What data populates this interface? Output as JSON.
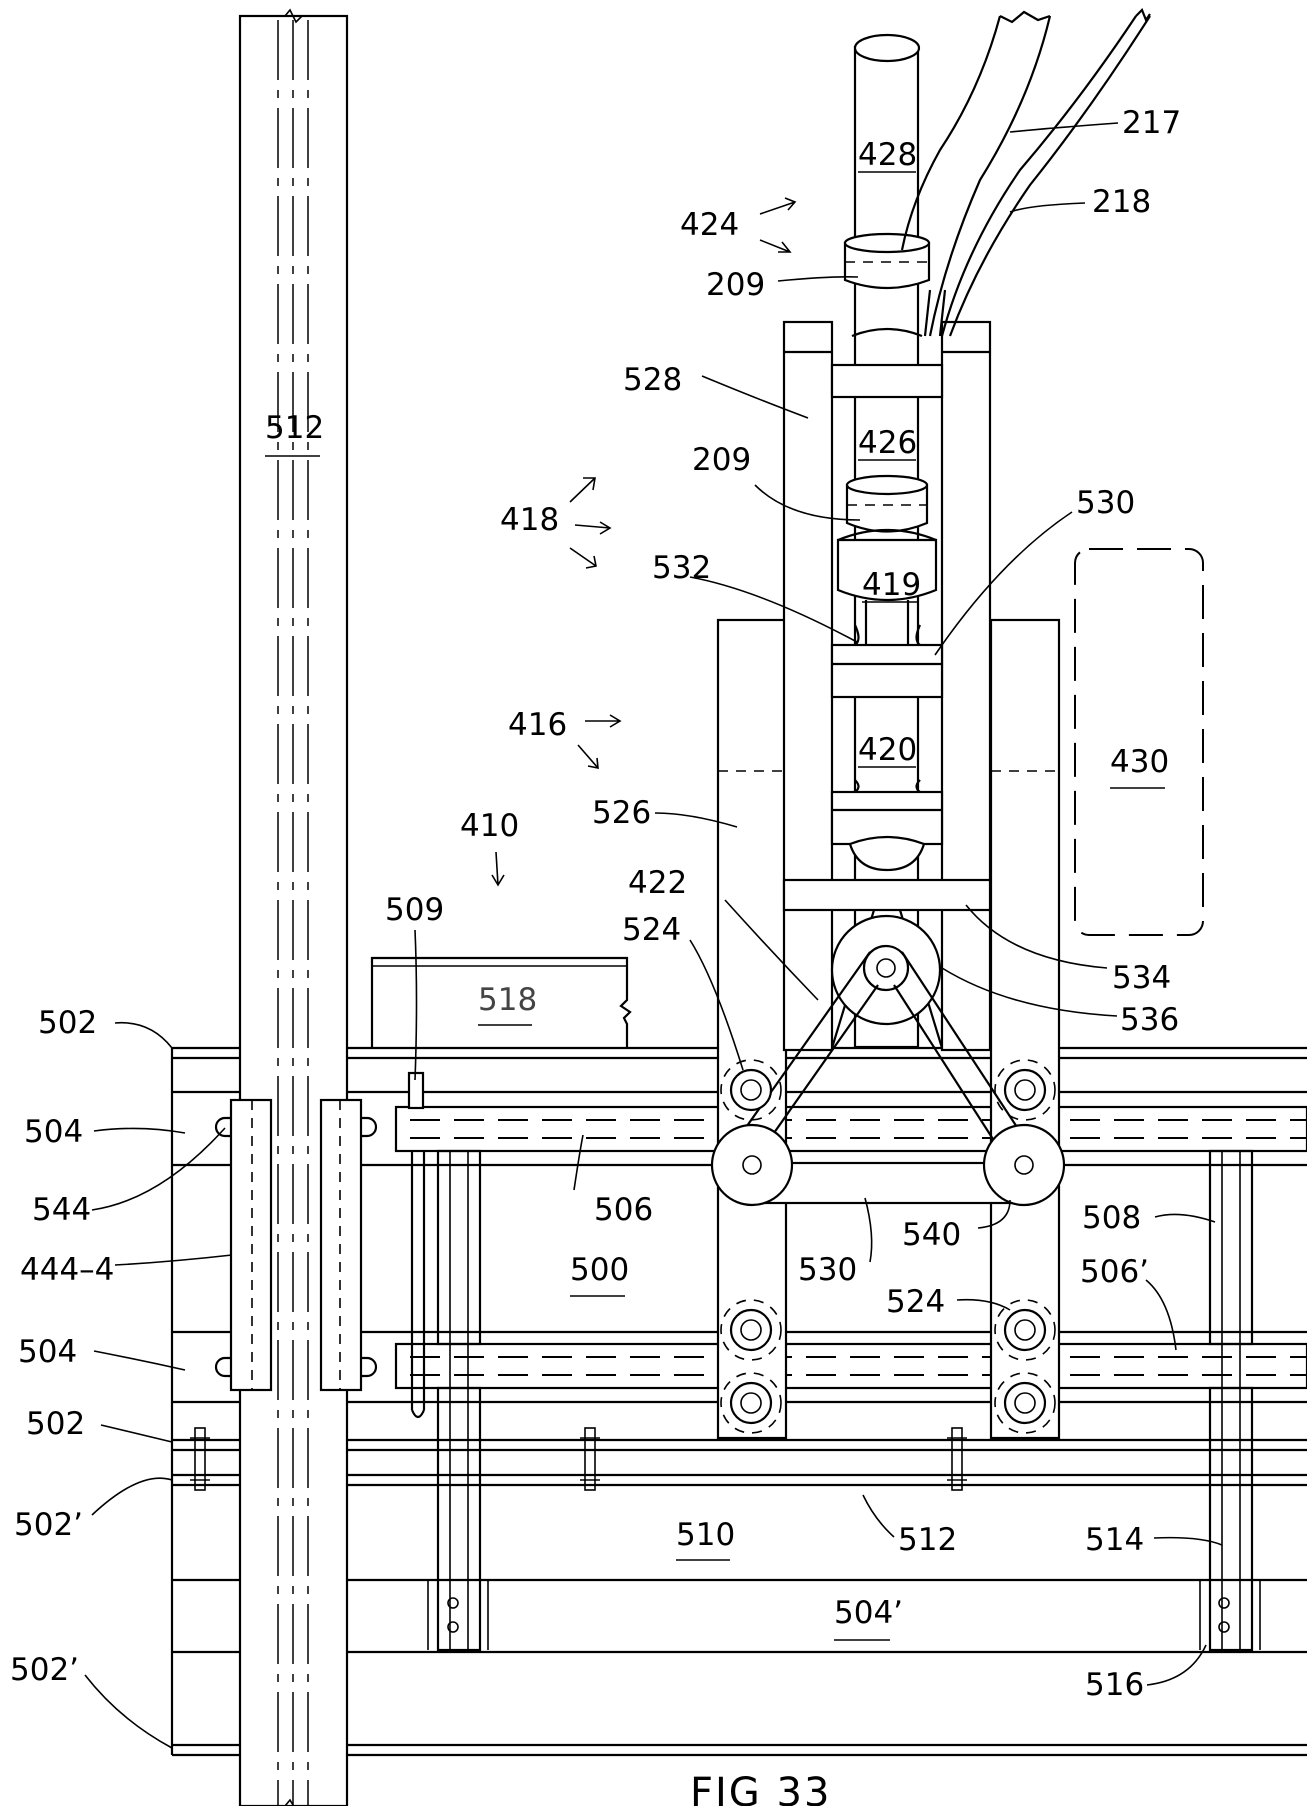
{
  "figure": {
    "caption": "FIG 33"
  },
  "labels": {
    "l217": "217",
    "l218": "218",
    "l428": "428",
    "l424": "424",
    "l209a": "209",
    "l528": "528",
    "l426": "426",
    "l209b": "209",
    "l530a": "530",
    "l418": "418",
    "l532": "532",
    "l419": "419",
    "l512a": "512",
    "l416": "416",
    "l420": "420",
    "l430": "430",
    "l526": "526",
    "l410": "410",
    "l422": "422",
    "l509": "509",
    "l524a": "524",
    "l534": "534",
    "l518": "518",
    "l536": "536",
    "l502a": "502",
    "l504a": "504",
    "l544": "544",
    "l506": "506",
    "l508": "508",
    "l540": "540",
    "l4444": "444–4",
    "l500": "500",
    "l530b": "530",
    "l506p": "506’",
    "l524b": "524",
    "l504b": "504",
    "l502b": "502",
    "l502p": "502’",
    "l512b": "512",
    "l510": "510",
    "l514": "514",
    "l504p": "504’",
    "l516": "516",
    "l502pb": "502’"
  }
}
